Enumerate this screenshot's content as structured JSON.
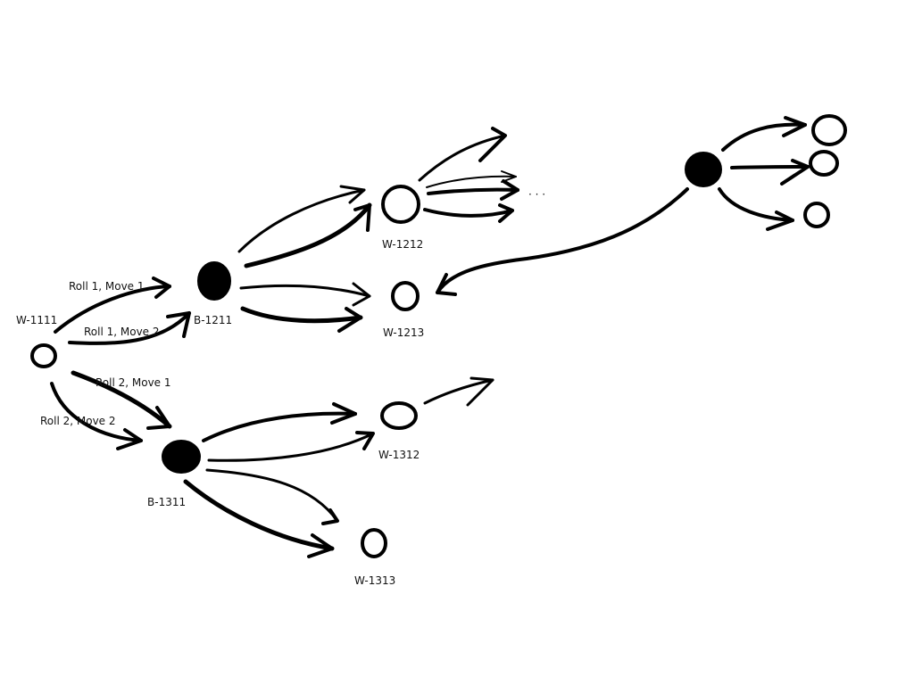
{
  "colors": {
    "ink": "#000000",
    "background": "#ffffff"
  },
  "nodes": {
    "w1111": {
      "label": "W-1111",
      "kind": "open"
    },
    "b1211": {
      "label": "B-1211",
      "kind": "filled"
    },
    "b1311": {
      "label": "B-1311",
      "kind": "filled"
    },
    "w1212": {
      "label": "W-1212",
      "kind": "open"
    },
    "w1213": {
      "label": "W-1213",
      "kind": "open"
    },
    "w1312": {
      "label": "W-1312",
      "kind": "open"
    },
    "w1313": {
      "label": "W-1313",
      "kind": "open"
    },
    "unlabeled_black": {
      "kind": "filled"
    }
  },
  "edge_labels": {
    "roll1_move1": "Roll 1, Move 1",
    "roll1_move2": "Roll 1, Move 2",
    "roll2_move1": "Roll 2, Move 1",
    "roll2_move2": "Roll 2, Move 2"
  },
  "ellipsis": "· · ·"
}
